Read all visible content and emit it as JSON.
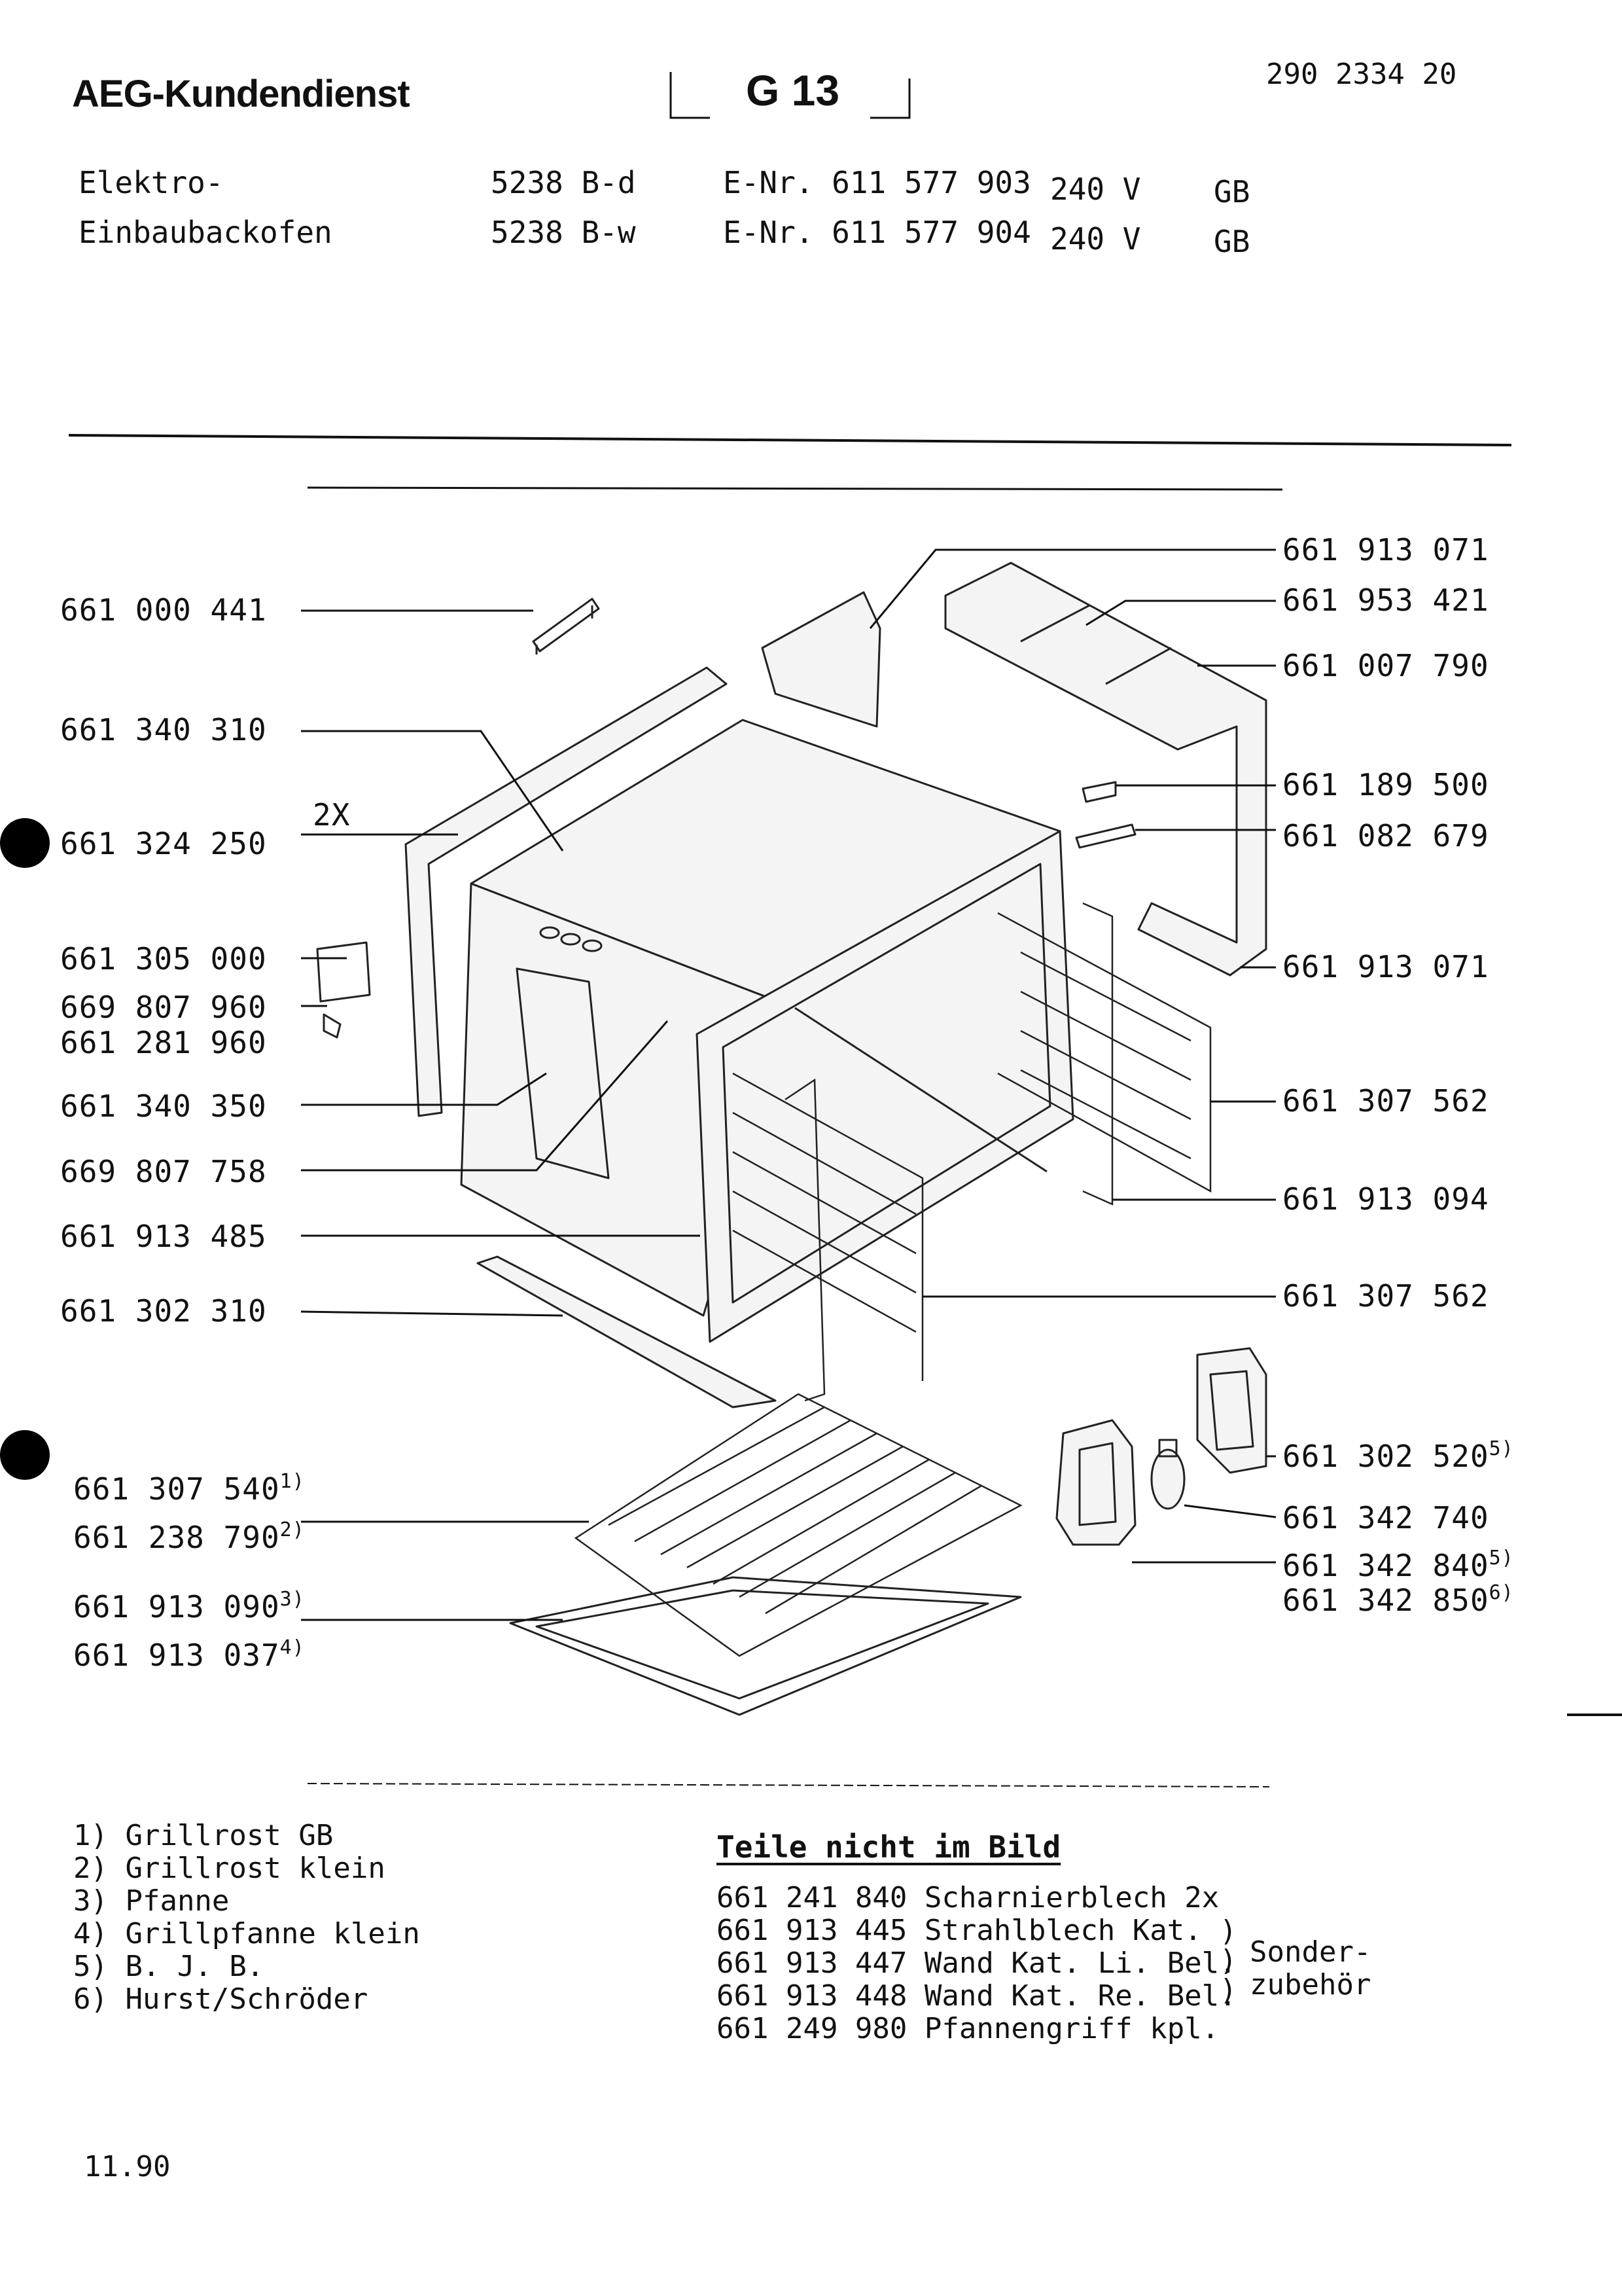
{
  "header": {
    "brand": "AEG-Kundendienst",
    "model_code": "G 13",
    "doc_number": "290 2334 20"
  },
  "appliance": {
    "lines": [
      {
        "type": "Elektro-",
        "model": "5238 B-d",
        "enr": "E-Nr. 611 577 903",
        "voltage": "240 V",
        "country": "GB"
      },
      {
        "type": "Einbaubackofen",
        "model": "5238 B-w",
        "enr": "E-Nr. 611 577 904",
        "voltage": "240 V",
        "country": "GB"
      }
    ]
  },
  "callouts_left": [
    {
      "number": "661 000 441"
    },
    {
      "number": "661 340 310"
    },
    {
      "number": "661 324 250",
      "qty": "2X"
    },
    {
      "number": "661 305 000"
    },
    {
      "number": "669 807 960"
    },
    {
      "number": "661 281 960"
    },
    {
      "number": "661 340 350"
    },
    {
      "number": "669 807 758"
    },
    {
      "number": "661 913 485"
    },
    {
      "number": "661 302 310"
    },
    {
      "number": "661 307 540",
      "note": "1)"
    },
    {
      "number": "661 238 790",
      "note": "2)"
    },
    {
      "number": "661 913 090",
      "note": "3)"
    },
    {
      "number": "661 913 037",
      "note": "4)"
    }
  ],
  "callouts_right": [
    {
      "number": "661 913 071"
    },
    {
      "number": "661 953 421"
    },
    {
      "number": "661 007 790"
    },
    {
      "number": "661 189 500"
    },
    {
      "number": "661 082 679"
    },
    {
      "number": "661 913 071"
    },
    {
      "number": "661 307 562"
    },
    {
      "number": "661 913 094"
    },
    {
      "number": "661 307 562"
    },
    {
      "number": "661 302 520",
      "note": "5)"
    },
    {
      "number": "661 342 740"
    },
    {
      "number": "661 342 840",
      "note": "5)"
    },
    {
      "number": "661 342 850",
      "note": "6)"
    }
  ],
  "footnotes": [
    "1) Grillrost GB",
    "2) Grillrost klein",
    "3) Pfanne",
    "4) Grillpfanne klein",
    "5) B. J. B.",
    "6) Hurst/Schröder"
  ],
  "parts_not_shown": {
    "title": "Teile nicht im Bild",
    "items": [
      {
        "number": "661 241 840",
        "desc": "Scharnierblech 2x"
      },
      {
        "number": "661 913 445",
        "desc": "Strahlblech Kat."
      },
      {
        "number": "661 913 447",
        "desc": "Wand Kat. Li. Bel."
      },
      {
        "number": "661 913 448",
        "desc": "Wand Kat. Re. Bel."
      },
      {
        "number": "661 249 980",
        "desc": "Pfannengriff kpl."
      }
    ],
    "group_label": [
      "Sonder-",
      "zubehör"
    ]
  },
  "date": "11.90"
}
